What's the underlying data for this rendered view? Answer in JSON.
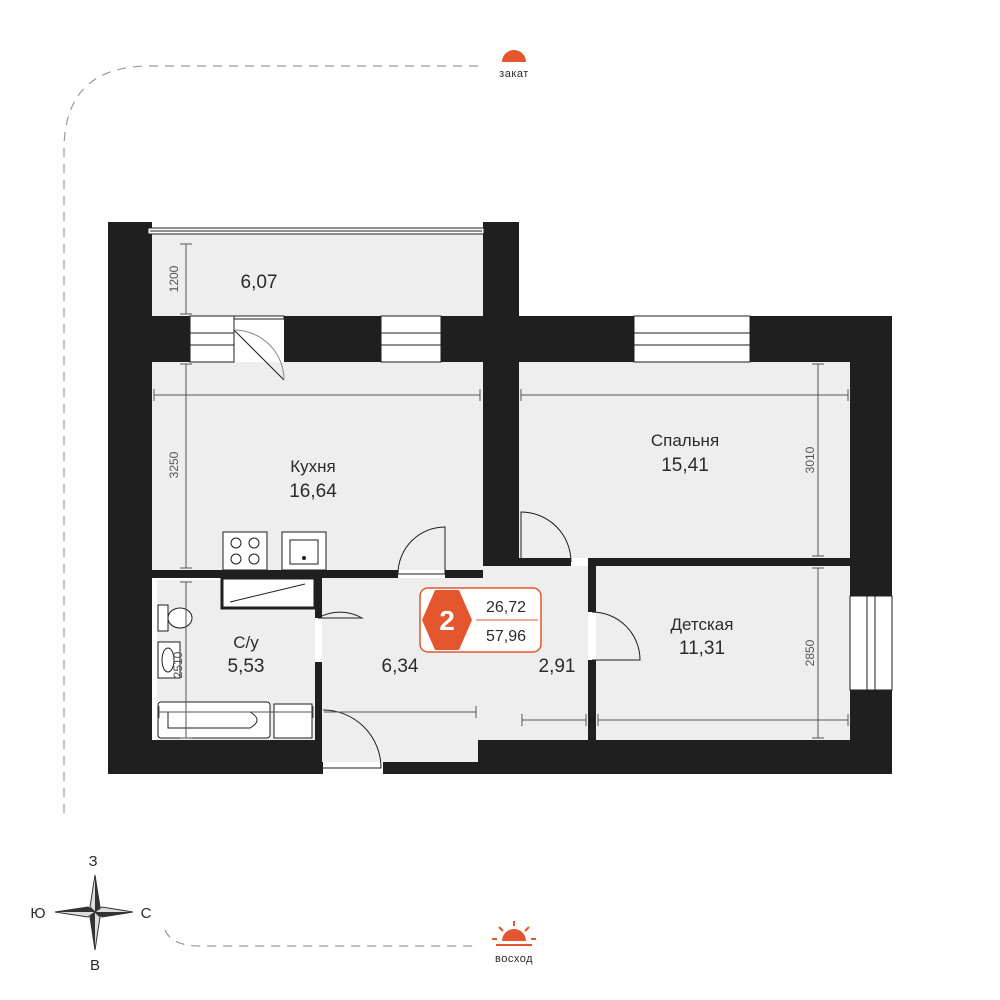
{
  "colors": {
    "wall": "#1f1f1f",
    "floor": "#eeeeee",
    "accent": "#e4572e",
    "dim_line": "#555555"
  },
  "orientation": {
    "sunset_label": "закат",
    "sunrise_label": "восход",
    "compass": {
      "north": "З",
      "south": "В",
      "west": "Ю",
      "east": "С"
    }
  },
  "rooms": {
    "balcony": {
      "area": "6,07"
    },
    "kitchen": {
      "name": "Кухня",
      "area": "16,64"
    },
    "bedroom": {
      "name": "Спальня",
      "area": "15,41"
    },
    "kids_room": {
      "name": "Детская",
      "area": "11,31"
    },
    "bathroom": {
      "name": "С/у",
      "area": "5,53"
    },
    "hallway": {
      "area": "6,34"
    },
    "corridor": {
      "area": "2,91"
    }
  },
  "dimensions": {
    "balcony_depth": "1200",
    "kitchen_depth": "3250",
    "bedroom_depth": "3010",
    "kids_room_depth": "2850",
    "bathroom_depth": "2510"
  },
  "badge": {
    "rooms_count": "2",
    "living_area": "26,72",
    "total_area": "57,96"
  }
}
